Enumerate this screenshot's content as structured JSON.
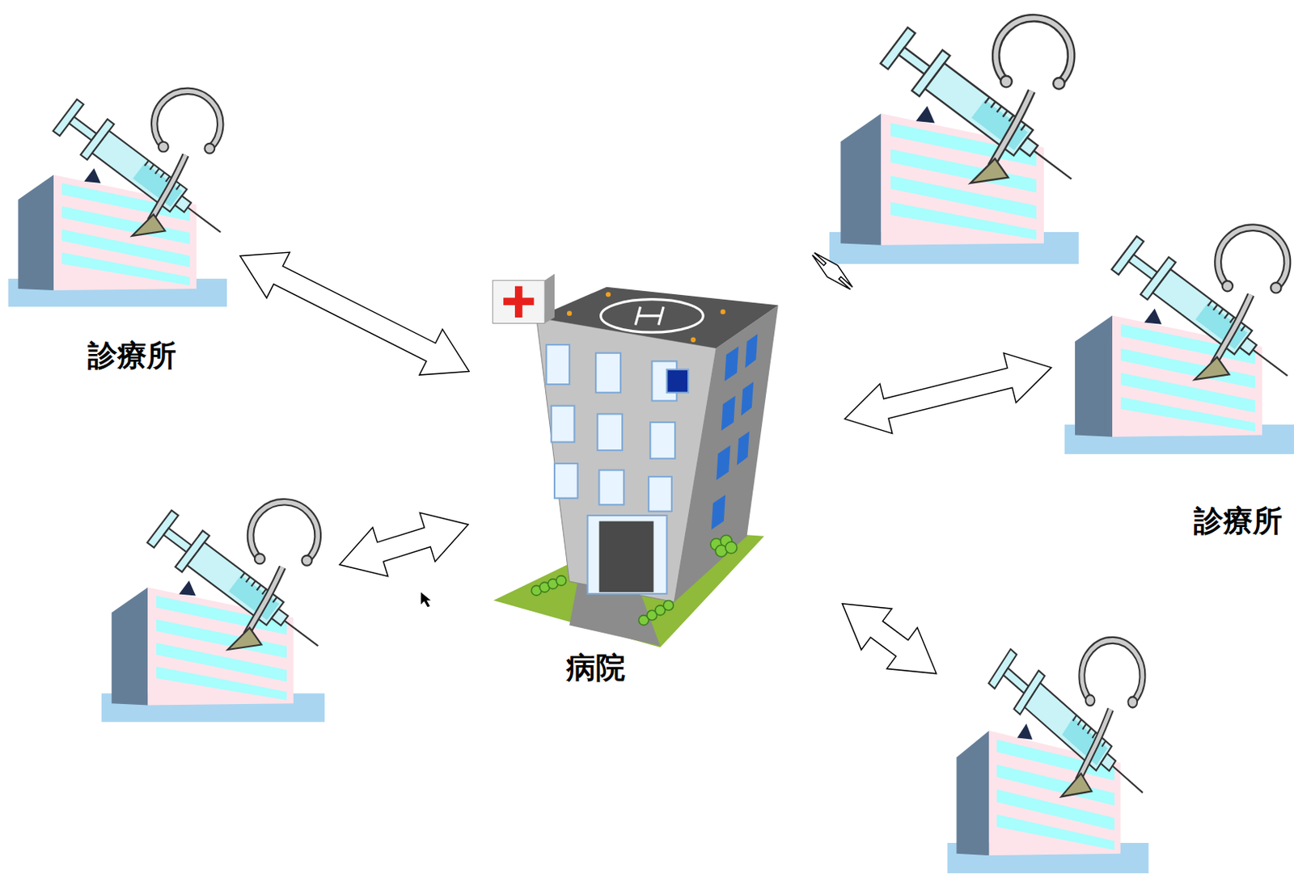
{
  "diagram": {
    "nodes": [
      {
        "text": [
          "診療所"
        ]
      },
      {
        "text": []
      },
      {
        "text": [
          "病院"
        ]
      },
      {
        "text": [
          "診療所"
        ]
      },
      {
        "text": []
      },
      {
        "text": []
      }
    ],
    "edges": [
      {
        "from": 2,
        "to": 0,
        "arrow": "both"
      },
      {
        "from": 2,
        "to": 1,
        "arrow": "both"
      },
      {
        "from": 2,
        "to": 3,
        "arrow": "both"
      },
      {
        "from": 2,
        "to": 4,
        "arrow": "both"
      },
      {
        "from": 2,
        "to": 5,
        "arrow": "both"
      }
    ]
  }
}
